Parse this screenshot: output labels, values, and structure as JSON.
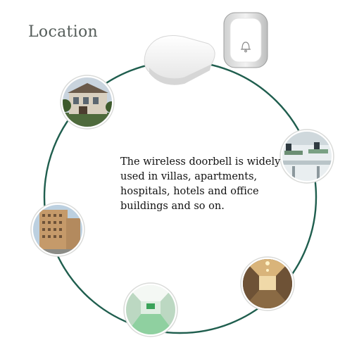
{
  "title": "Location",
  "caption": "The wireless doorbell is widely used in villas, apartments, hospitals, hotels and office buildings and so on.",
  "colors": {
    "ring": "#1f5e4e",
    "title": "#555d5a",
    "photo_border": "#d9dad8"
  },
  "photos": [
    {
      "name": "villa-photo"
    },
    {
      "name": "office-photo"
    },
    {
      "name": "hotel-building-photo"
    },
    {
      "name": "hotel-corridor-photo"
    },
    {
      "name": "hospital-corridor-photo"
    }
  ],
  "products": [
    {
      "name": "doorbell-receiver"
    },
    {
      "name": "doorbell-push-button"
    }
  ]
}
